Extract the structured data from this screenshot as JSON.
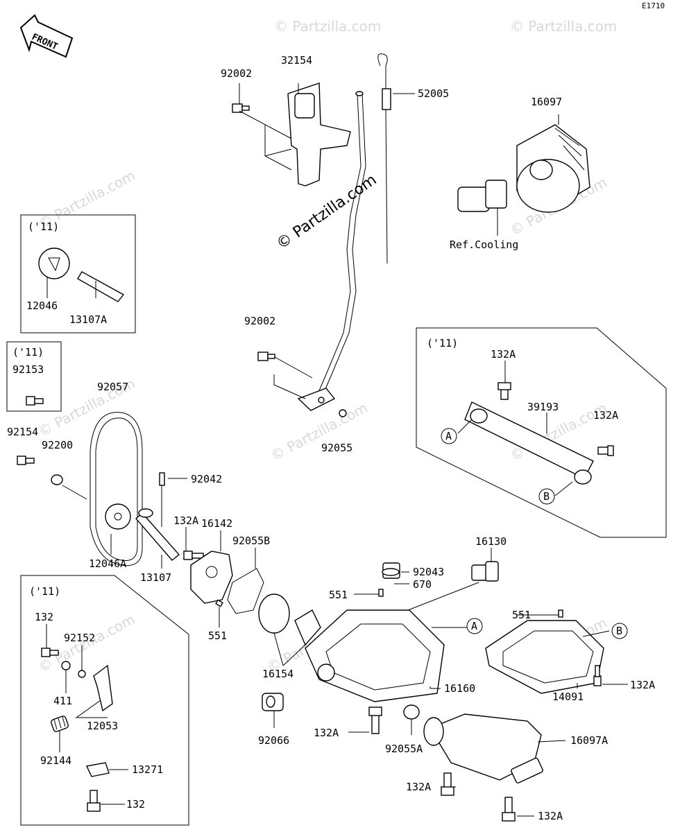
{
  "diagram_code": "E1710",
  "front_label": "FRONT",
  "watermark_main": "© Partzilla.com",
  "watermark_faint": "© Partzilla.com",
  "ref_label": "Ref.Cooling",
  "callouts": {
    "A": "A",
    "B": "B"
  },
  "year_tags": [
    "('11)",
    "('11)",
    "('11)",
    "('11)"
  ],
  "labels": {
    "p32154": "32154",
    "p92002_top": "92002",
    "p52005": "52005",
    "p16097": "16097",
    "p12046": "12046",
    "p13107A": "13107A",
    "p92002_mid": "92002",
    "p92153": "92153",
    "p92057": "92057",
    "p92154": "92154",
    "p92200": "92200",
    "p92055": "92055",
    "p132A_r1": "132A",
    "p39193": "39193",
    "p132A_r2": "132A",
    "p92042": "92042",
    "p132A_pump": "132A",
    "p16142": "16142",
    "p92055B": "92055B",
    "p12046A": "12046A",
    "p13107": "13107",
    "p16130": "16130",
    "p92043": "92043",
    "p670": "670",
    "p551_a": "551",
    "p551_b": "551",
    "p551_c": "551",
    "p132": "132",
    "p92152": "92152",
    "p16154": "16154",
    "p411": "411",
    "p16160": "16160",
    "p14091": "14091",
    "p132A_right": "132A",
    "p12053": "12053",
    "p92066": "92066",
    "p132A_pan": "132A",
    "p92055A": "92055A",
    "p16097A": "16097A",
    "p92144": "92144",
    "p13271": "13271",
    "p132A_bot1": "132A",
    "p132_bot": "132",
    "p132A_bot2": "132A"
  }
}
